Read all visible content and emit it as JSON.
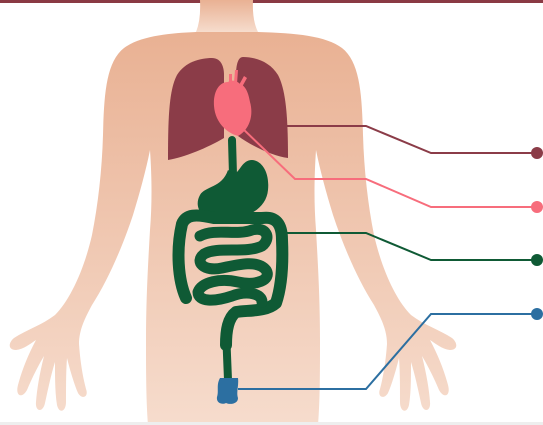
{
  "colors": {
    "accent_bar": "#8a3a44",
    "skin_top": "#e9b193",
    "skin_bottom": "#f6dccd",
    "lungs": "#8b3c48",
    "heart": "#f76d7c",
    "digestive": "#0f5a35",
    "bladder": "#2c6fa1"
  },
  "organs": [
    {
      "organ": "lungs",
      "color": "#8b3c48",
      "icon": "lungs-icon"
    },
    {
      "organ": "heart",
      "color": "#f76d7c",
      "icon": "heart-icon"
    },
    {
      "organ": "digestive-system",
      "color": "#0f5a35",
      "icon": "intestines-icon"
    },
    {
      "organ": "bladder",
      "color": "#2c6fa1",
      "icon": "bladder-icon"
    }
  ]
}
